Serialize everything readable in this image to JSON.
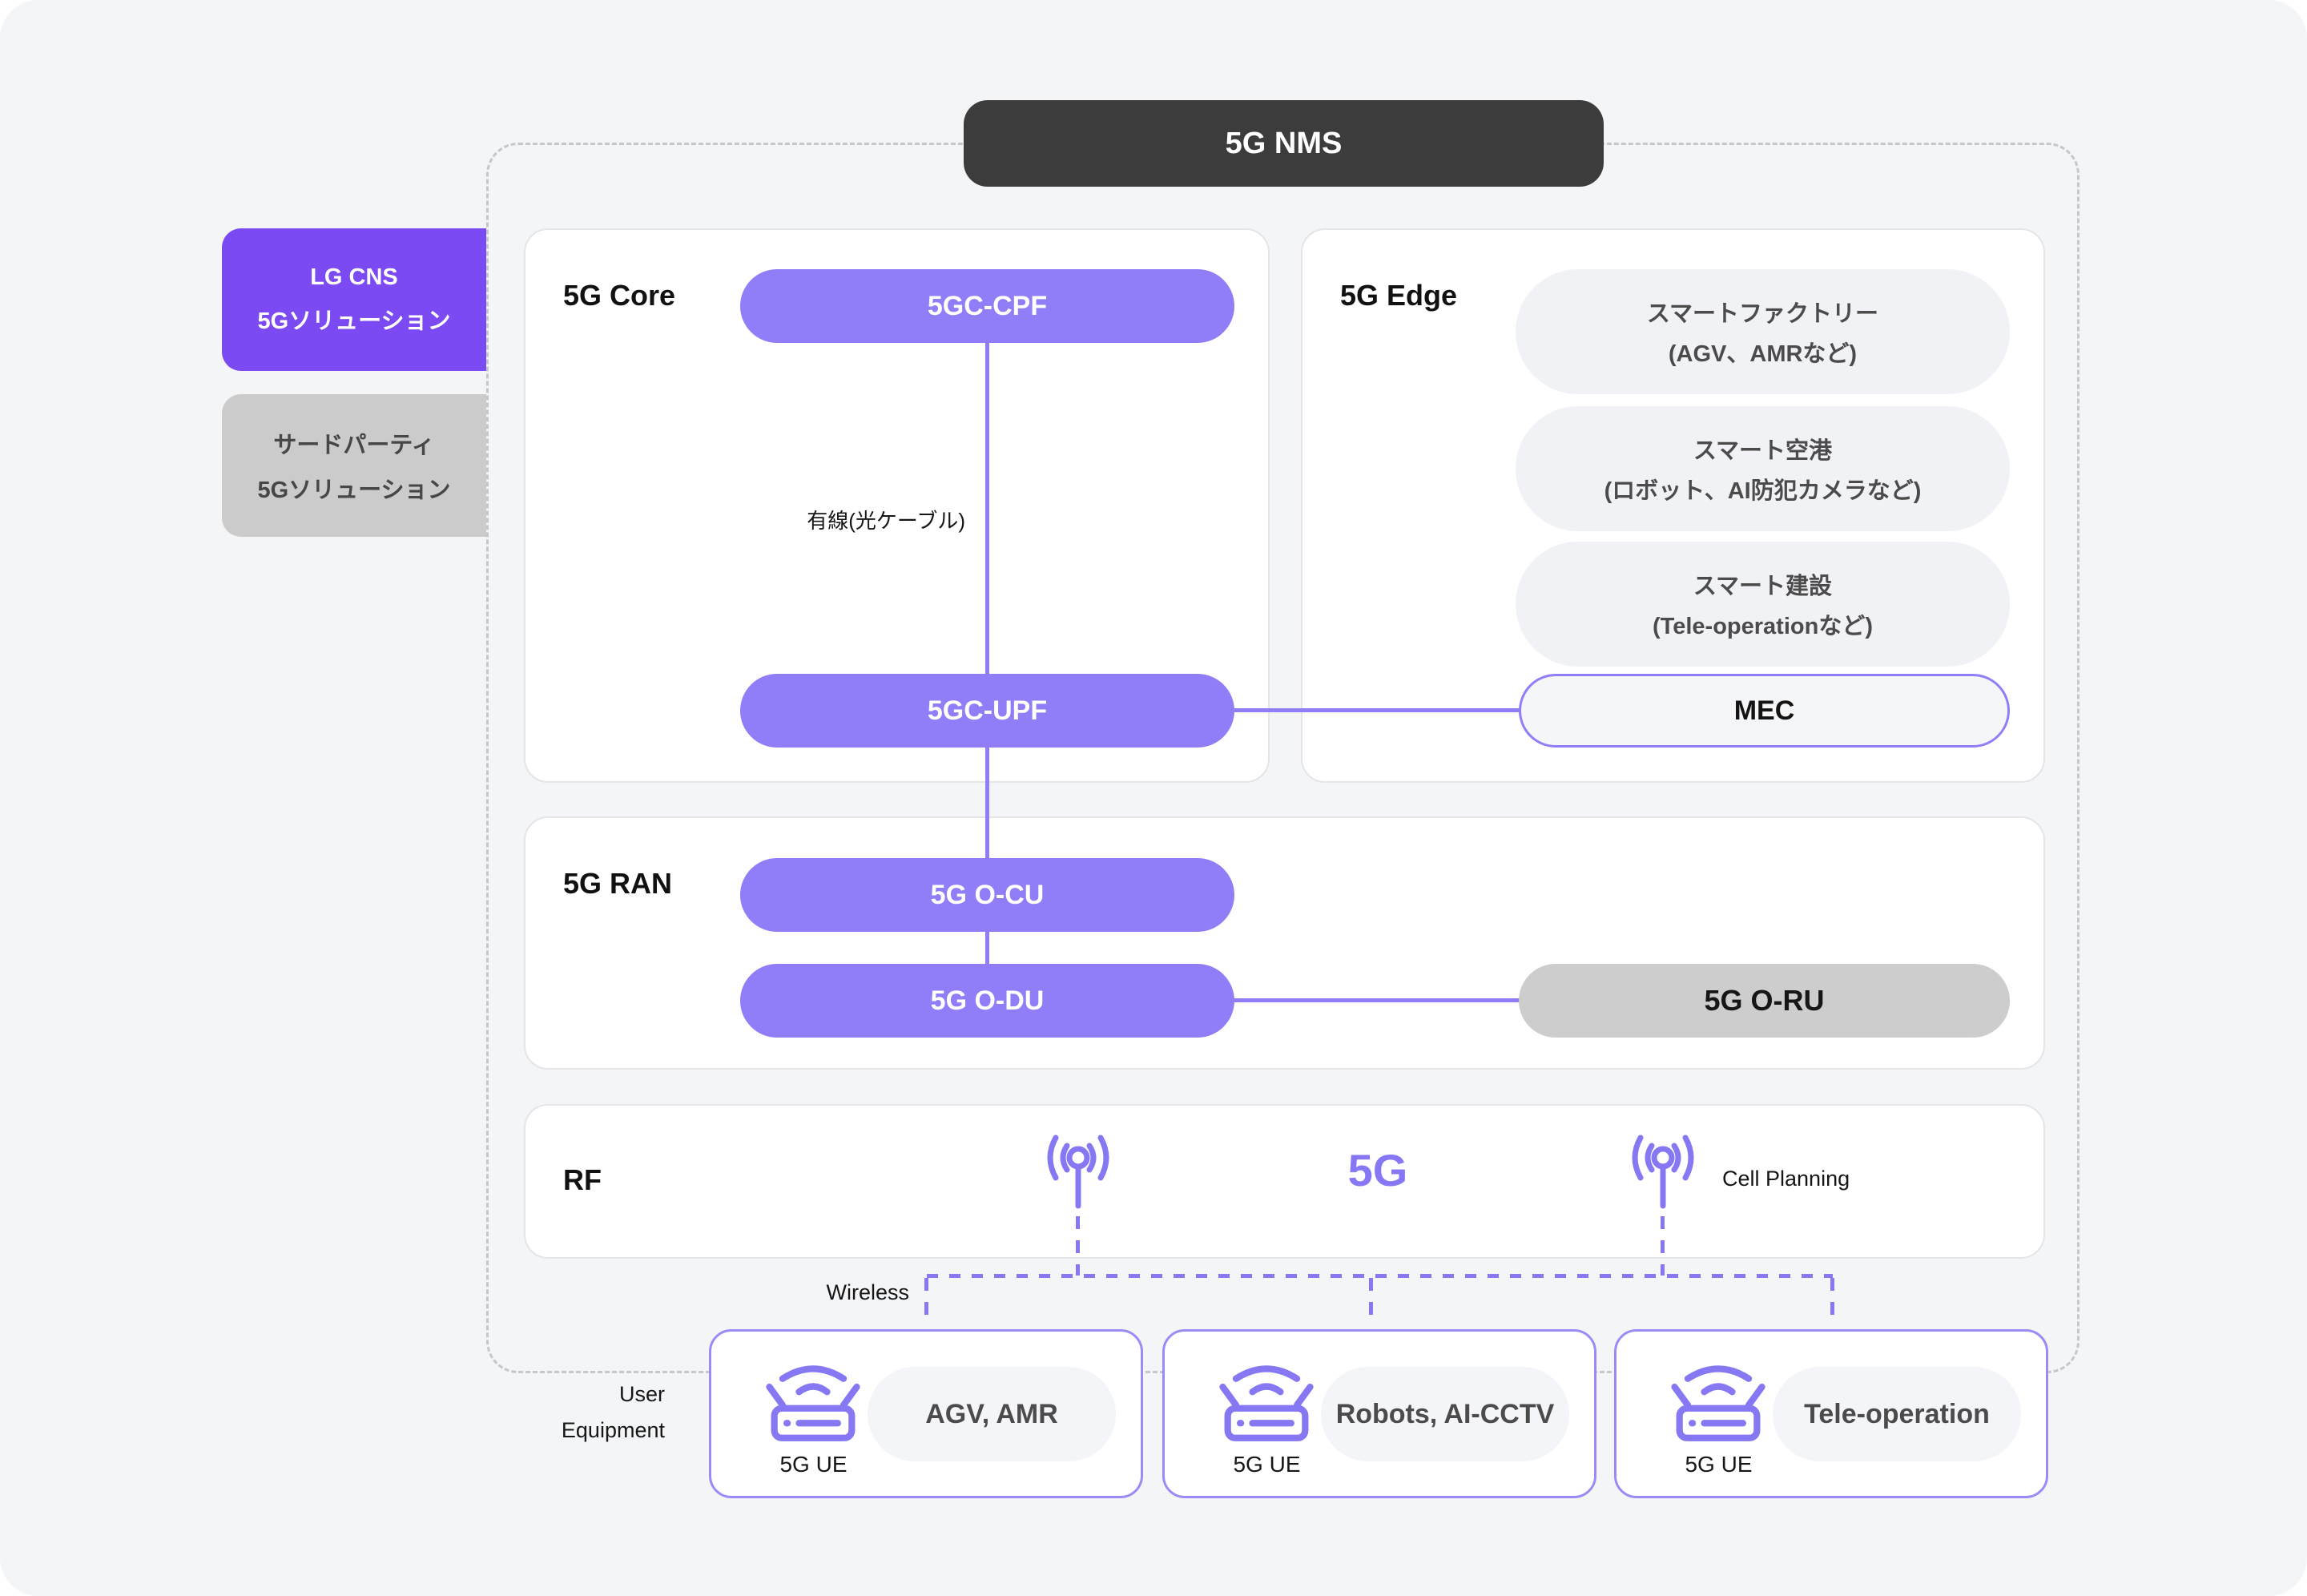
{
  "nms": {
    "label": "5G NMS"
  },
  "tabs": {
    "lgcns": {
      "line1": "LG CNS",
      "line2": "5Gソリューション"
    },
    "third_party": {
      "line1": "サードパーティ",
      "line2": "5Gソリューション"
    }
  },
  "core": {
    "label": "5G Core",
    "cpf": "5GC-CPF",
    "upf": "5GC-UPF",
    "cable_label": "有線(光ケーブル)"
  },
  "edge": {
    "label": "5G Edge",
    "pills": [
      {
        "line1": "スマートファクトリー",
        "line2": "(AGV、AMRなど)"
      },
      {
        "line1": "スマート空港",
        "line2": "(ロボット、AI防犯カメラなど)"
      },
      {
        "line1": "スマート建設",
        "line2": "(Tele-operationなど)"
      }
    ],
    "mec": "MEC"
  },
  "ran": {
    "label": "5G RAN",
    "ocu": "5G O-CU",
    "odu": "5G O-DU",
    "oru": "5G O-RU"
  },
  "rf": {
    "label": "RF",
    "air_interface": "5G",
    "cell_planning": "Cell Planning"
  },
  "links": {
    "wireless_label": "Wireless"
  },
  "user_equipment": {
    "caption_line1": "User",
    "caption_line2": "Equipment",
    "boxes": [
      {
        "device_label": "5G UE",
        "pill": "AGV, AMR"
      },
      {
        "device_label": "5G UE",
        "pill": "Robots, AI-CCTV"
      },
      {
        "device_label": "5G UE",
        "pill": "Tele-operation"
      }
    ]
  },
  "icons": {
    "antenna": "cell-antenna-icon",
    "router": "5g-ue-router-icon"
  },
  "colors": {
    "background": "#F4F5F7",
    "accent_purple": "#7B4AF2",
    "pill_purple": "#8F7EF8",
    "line_purple": "#8678F2",
    "ue_border_purple": "#9A8BF7",
    "dark_header": "#3C3C3C",
    "gray_pill": "#CDCDCE",
    "light_pill": "#F1F2F5",
    "dashed_border": "#C6C7CA"
  }
}
